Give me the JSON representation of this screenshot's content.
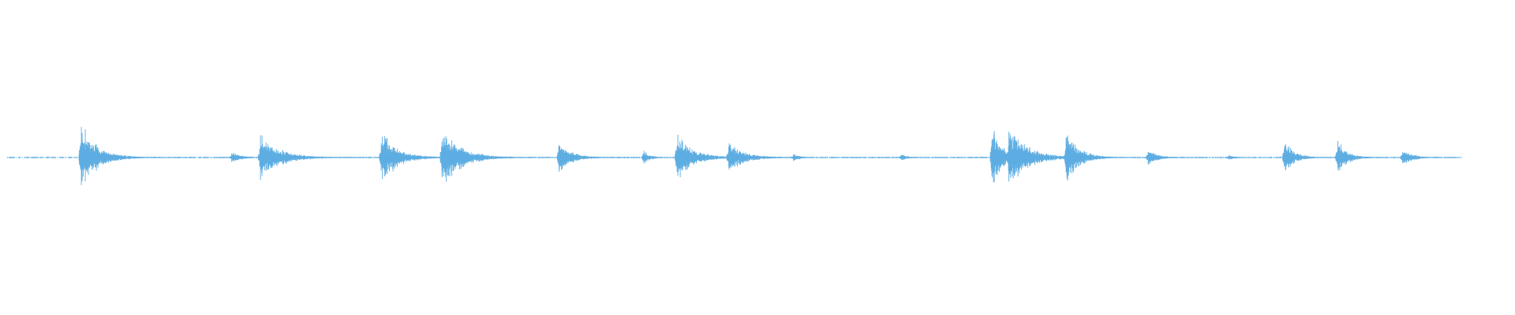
{
  "waveform": {
    "color": "#5dade2",
    "background": "#ffffff",
    "bursts": [
      {
        "t": 0.0535,
        "amp": 0.5,
        "decay": 0.05
      },
      {
        "t": 0.153,
        "amp": 0.08,
        "decay": 0.03
      },
      {
        "t": 0.172,
        "amp": 0.34,
        "decay": 0.06
      },
      {
        "t": 0.252,
        "amp": 0.39,
        "decay": 0.05
      },
      {
        "t": 0.292,
        "amp": 0.43,
        "decay": 0.06
      },
      {
        "t": 0.369,
        "amp": 0.22,
        "decay": 0.04
      },
      {
        "t": 0.425,
        "amp": 0.1,
        "decay": 0.02
      },
      {
        "t": 0.447,
        "amp": 0.36,
        "decay": 0.05
      },
      {
        "t": 0.481,
        "amp": 0.22,
        "decay": 0.05
      },
      {
        "t": 0.524,
        "amp": 0.06,
        "decay": 0.02
      },
      {
        "t": 0.595,
        "amp": 0.05,
        "decay": 0.02
      },
      {
        "t": 0.655,
        "amp": 0.48,
        "decay": 0.03
      },
      {
        "t": 0.666,
        "amp": 0.45,
        "decay": 0.06
      },
      {
        "t": 0.704,
        "amp": 0.42,
        "decay": 0.04
      },
      {
        "t": 0.758,
        "amp": 0.12,
        "decay": 0.03
      },
      {
        "t": 0.811,
        "amp": 0.04,
        "decay": 0.02
      },
      {
        "t": 0.848,
        "amp": 0.26,
        "decay": 0.03
      },
      {
        "t": 0.883,
        "amp": 0.26,
        "decay": 0.03
      },
      {
        "t": 0.926,
        "amp": 0.13,
        "decay": 0.03
      }
    ],
    "active_span": [
      0.005,
      0.965
    ]
  }
}
